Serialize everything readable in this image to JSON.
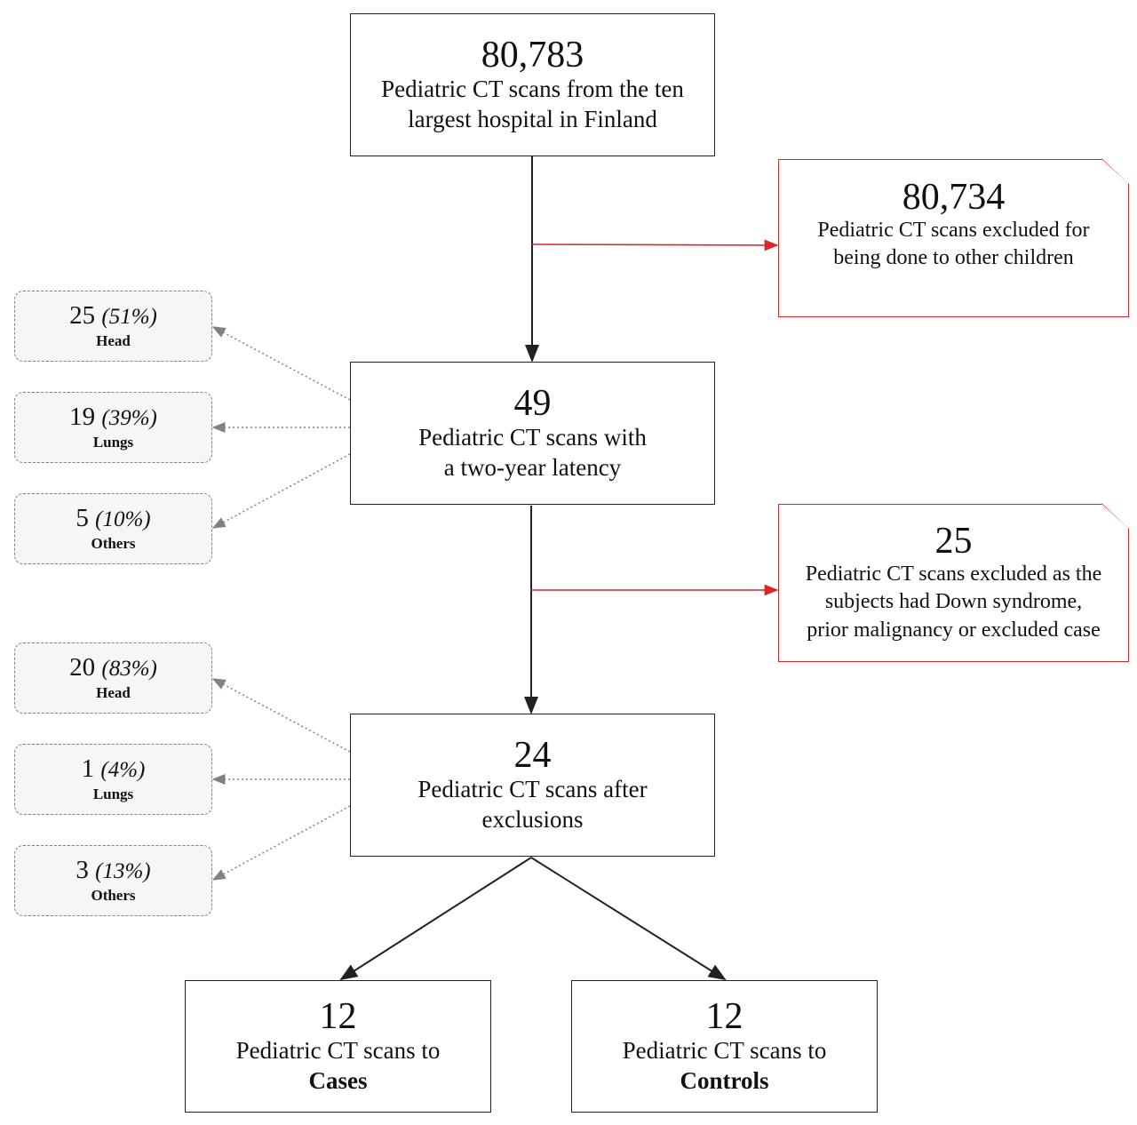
{
  "top": {
    "count": "80,783",
    "line1": "Pediatric CT scans from the ten",
    "line2": "largest hospital in Finland"
  },
  "exclusion1": {
    "count": "80,734",
    "line1": "Pediatric CT scans excluded for",
    "line2": "being done to other children"
  },
  "latency": {
    "count": "49",
    "line1": "Pediatric CT scans with",
    "line2": "a two-year latency"
  },
  "latency_breakdown": [
    {
      "count": "25",
      "pct": "(51%)",
      "label": "Head"
    },
    {
      "count": "19",
      "pct": "(39%)",
      "label": "Lungs"
    },
    {
      "count": "5",
      "pct": "(10%)",
      "label": "Others"
    }
  ],
  "exclusion2": {
    "count": "25",
    "line1": "Pediatric CT scans excluded as the",
    "line2": "subjects had Down syndrome,",
    "line3": "prior malignancy or excluded case"
  },
  "after": {
    "count": "24",
    "line1": "Pediatric CT scans after",
    "line2": "exclusions"
  },
  "after_breakdown": [
    {
      "count": "20",
      "pct": "(83%)",
      "label": "Head"
    },
    {
      "count": "1",
      "pct": "(4%)",
      "label": "Lungs"
    },
    {
      "count": "3",
      "pct": "(13%)",
      "label": "Others"
    }
  ],
  "cases": {
    "count": "12",
    "line1": "Pediatric CT scans to",
    "line2": "Cases"
  },
  "controls": {
    "count": "12",
    "line1": "Pediatric CT scans to",
    "line2": "Controls"
  },
  "colors": {
    "exclusion": "#d9262a",
    "main": "#222222",
    "dotted": "#7d8287"
  }
}
